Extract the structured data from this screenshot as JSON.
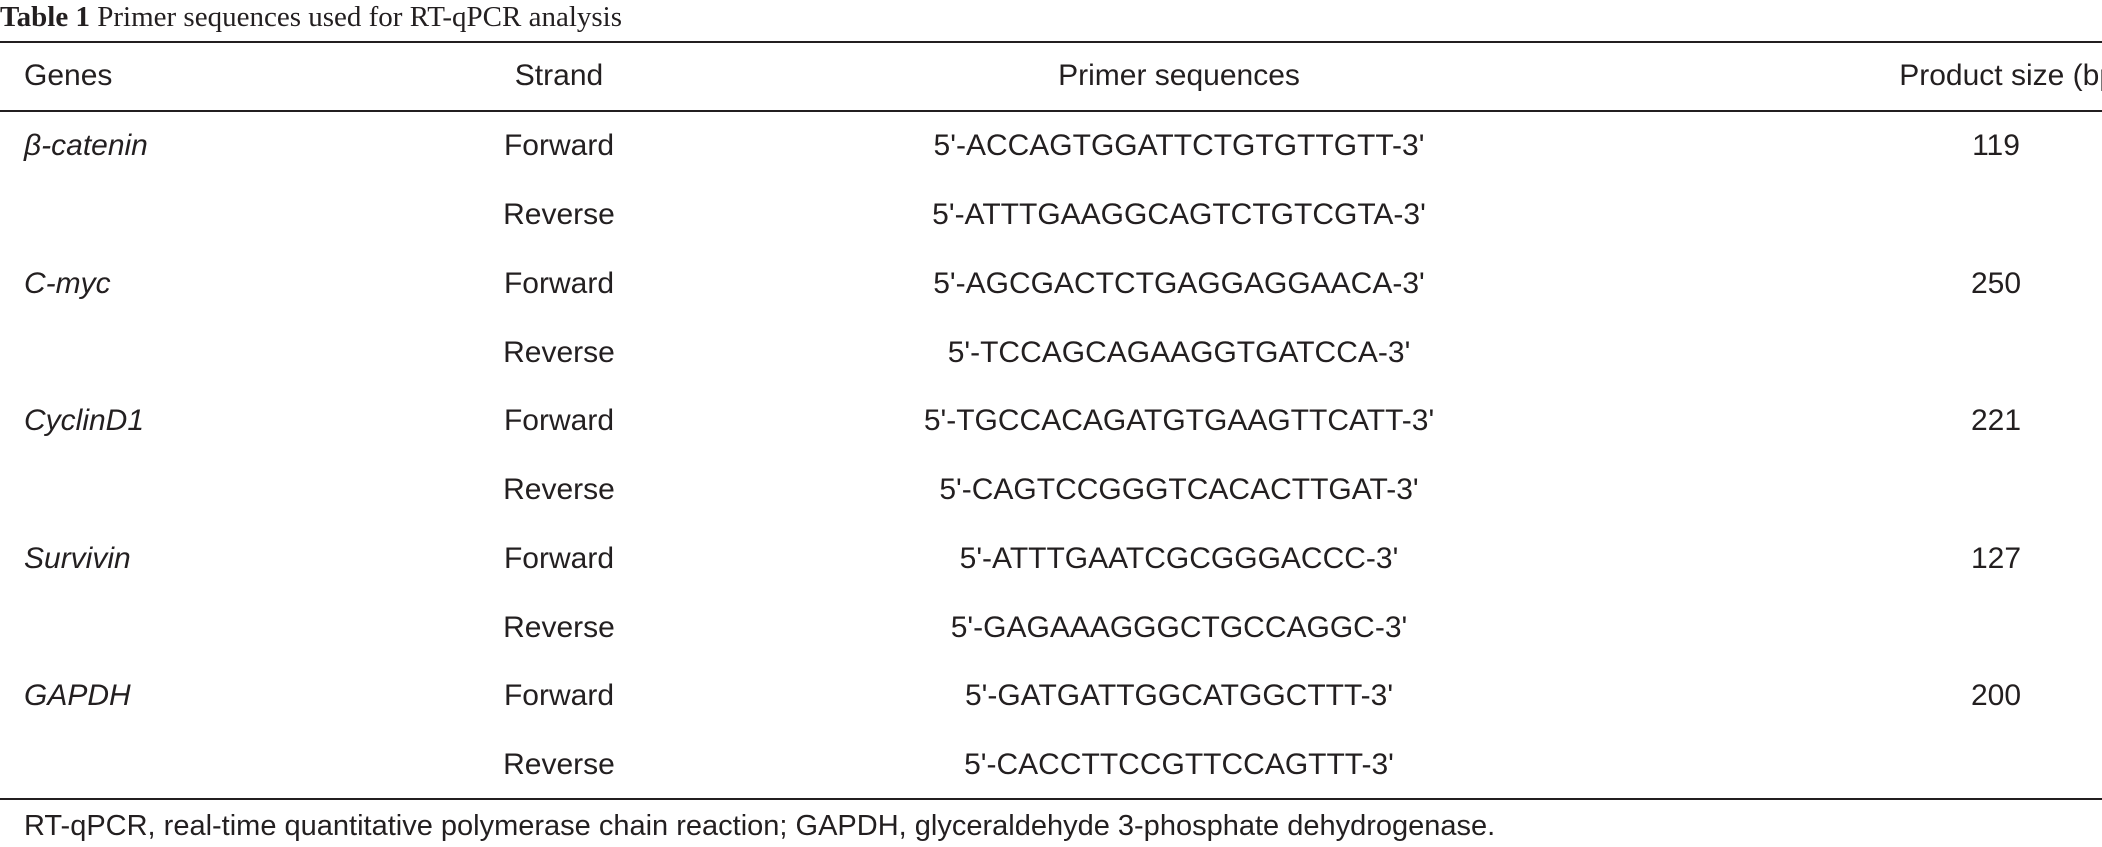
{
  "caption": {
    "label": "Table 1",
    "title": "Primer sequences used for RT-qPCR analysis"
  },
  "table": {
    "headers": [
      "Genes",
      "Strand",
      "Primer sequences",
      "Product size (bp)"
    ],
    "rows": [
      {
        "gene": "β-catenin",
        "strand": "Forward",
        "sequence": "5'-ACCAGTGGATTCTGTGTTGTT-3'",
        "size": "119"
      },
      {
        "gene": "",
        "strand": "Reverse",
        "sequence": "5'-ATTTGAAGGCAGTCTGTCGTA-3'",
        "size": ""
      },
      {
        "gene": "C-myc",
        "strand": "Forward",
        "sequence": "5'-AGCGACTCTGAGGAGGAACA-3'",
        "size": "250"
      },
      {
        "gene": "",
        "strand": "Reverse",
        "sequence": "5'-TCCAGCAGAAGGTGATCCA-3'",
        "size": ""
      },
      {
        "gene": "CyclinD1",
        "strand": "Forward",
        "sequence": "5'-TGCCACAGATGTGAAGTTCATT-3'",
        "size": "221"
      },
      {
        "gene": "",
        "strand": "Reverse",
        "sequence": "5'-CAGTCCGGGTCACACTTGAT-3'",
        "size": ""
      },
      {
        "gene": "Survivin",
        "strand": "Forward",
        "sequence": "5'-ATTTGAATCGCGGGACCC-3'",
        "size": "127"
      },
      {
        "gene": "",
        "strand": "Reverse",
        "sequence": "5'-GAGAAAGGGCTGCCAGGC-3'",
        "size": ""
      },
      {
        "gene": "GAPDH",
        "strand": "Forward",
        "sequence": "5'-GATGATTGGCATGGCTTT-3'",
        "size": "200"
      },
      {
        "gene": "",
        "strand": "Reverse",
        "sequence": "5'-CACCTTCCGTTCCAGTTT-3'",
        "size": ""
      }
    ]
  },
  "footnote": "RT-qPCR, real-time quantitative polymerase chain reaction; GAPDH, glyceraldehyde 3-phosphate dehydrogenase.",
  "colors": {
    "text": "#231f20",
    "rule": "#231f20",
    "background": "#ffffff"
  }
}
